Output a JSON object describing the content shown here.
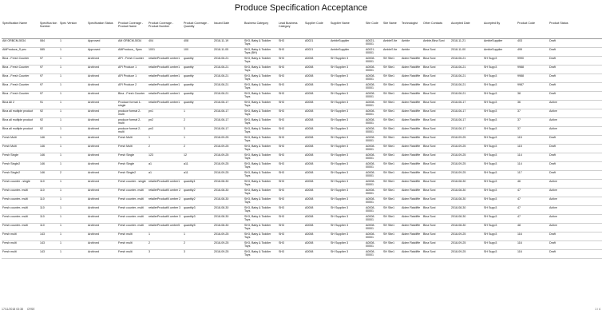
{
  "title": "Produce Specification Acceptance",
  "columns": [
    "Specification Name",
    "Specifica tion Number",
    "Spec Version",
    "Specification Status",
    "Product Coverage - Product Name",
    "Product Coverage - Product Number",
    "Product Coverage - Quantity",
    "Issued Date",
    "Business Category",
    "Lead Business Category",
    "Supplier Code",
    "Supplier Name",
    "Site Code",
    "Site Name",
    "Technologist",
    "Other Contacts",
    "Accepted Date",
    "Accepted By",
    "Product Code",
    "Product Status"
  ],
  "rows": [
    [
      "AM ORBCM-5034",
      "084",
      "1",
      "Approved",
      "AM ORBCM-5034",
      "404",
      "408",
      "2018-11-19",
      "SH3, Baby & Toddler Toys",
      "SH3",
      "A0021",
      "AmbleSupplier",
      "A0021-00001",
      "AmbleS ite",
      "Amble",
      "Amble,Bina Soni",
      "2018-11-21",
      "AmbleSupplier",
      "403",
      "Draft"
    ],
    [
      "AMProduce_S pec",
      "085",
      "1",
      "Approved",
      "AMProduce_ Spec",
      "1001",
      "100",
      "2018-11-05",
      "SH3, Baby & Toddler Toys (BH)",
      "SH3",
      "A0021",
      "AmbleSupplier",
      "A0021-00001",
      "AmbleS ite",
      "Amble",
      "Bina Soni",
      "2018-11-00",
      "AmbleSupplier",
      "499",
      "Draft"
    ],
    [
      "Bina - Fresh Counter",
      "97",
      "1",
      "Archived",
      "API - Fresh Counter",
      "retailerProductN umber1",
      "quantity",
      "2018-06-21",
      "SH3, Baby & Toddler Toys",
      "SH3",
      "A0008",
      "SH Supplier 3",
      "A0008-00001",
      "SH Site1",
      "Aiden Ratcliffe",
      "Bina Soni",
      "2018-06-21",
      "SH Supp3",
      "9990",
      "Draft"
    ],
    [
      "Bina - Fresh Counter",
      "97",
      "1",
      "Archived",
      "API Produce 1",
      "retailerProductN umber1",
      "quantity",
      "2018-06-21",
      "SH3, Baby & Toddler Toys",
      "SH3",
      "A0008",
      "SH Supplier 3",
      "A0008-00001",
      "SH Site1",
      "Aiden Ratcliffe",
      "Bina Soni",
      "2018-06-21",
      "SH Supp3",
      "9988",
      "Draft"
    ],
    [
      "Bina - Fresh Counter",
      "97",
      "1",
      "Archived",
      "API Produce 1",
      "retailerProductN umber1",
      "quantity",
      "2018-06-21",
      "SH3, Baby & Toddler Toys",
      "SH3",
      "A0008",
      "SH Supplier 3",
      "A0008-00001",
      "SH Site1",
      "Aiden Ratcliffe",
      "Bina Soni",
      "2018-06-21",
      "SH Supp3",
      "9988",
      "Draft"
    ],
    [
      "Bina - Fresh Counter",
      "97",
      "1",
      "Archived",
      "API Produce 2",
      "retailerProductN umber1",
      "quantity",
      "2018-06-21",
      "SH3, Baby & Toddler Toys",
      "SH3",
      "A0008",
      "SH Supplier 3",
      "A0008-00001",
      "SH Site1",
      "Aiden Ratcliffe",
      "Bina Soni",
      "2018-06-21",
      "SH Supp3",
      "9987",
      "Draft"
    ],
    [
      "Bina - Fresh Counter",
      "97",
      "1",
      "Archived",
      "Bina - Fresh Counter",
      "retailerProductN umber1",
      "quantity",
      "2018-06-21",
      "SH3, Baby & Toddler Toys",
      "SH3",
      "A0008",
      "SH Supplier 3",
      "A0008-00001",
      "SH Site1",
      "Aiden Ratcliffe",
      "Bina Soni",
      "2018-06-21",
      "SH Supp3",
      "38",
      "Draft"
    ],
    [
      "Bina All 2",
      "91",
      "1",
      "Archived",
      "Produce format 1- single",
      "retailerProductN umber1",
      "quantity",
      "2018-06-17",
      "SH3, Baby & Toddler Toys",
      "SH3",
      "A0008",
      "SH Supplier 3",
      "A0008-00001",
      "SH Site1",
      "Aiden Ratcliffe",
      "Bina Soni",
      "2018-06-17",
      "SH Supp3",
      "36",
      "Active"
    ],
    [
      "Bina all multiple product",
      "92",
      "1",
      "Archived",
      "produce format 2- multi",
      "pn1",
      "1",
      "2018-06-17",
      "SH3, Baby & Toddler Toys",
      "SH3",
      "A0008",
      "SH Supplier 3",
      "A0008-00001",
      "SH Site1",
      "Aiden Ratcliffe",
      "Bina Soni",
      "2018-06-17",
      "SH Supp3",
      "37",
      "Active"
    ],
    [
      "Bina all multiple product",
      "92",
      "1",
      "Archived",
      "produce format 2- multi",
      "pn2",
      "2",
      "2018-06-17",
      "SH3, Baby & Toddler Toys",
      "SH3",
      "A0008",
      "SH Supplier 3",
      "A0008-00001",
      "SH Site1",
      "Aiden Ratcliffe",
      "Bina Soni",
      "2018-06-17",
      "SH Supp3",
      "37",
      "Active"
    ],
    [
      "Bina all multiple product",
      "92",
      "1",
      "Archived",
      "produce format 2- multi",
      "pn3",
      "3",
      "2018-06-17",
      "SH3, Baby & Toddler Toys",
      "SH3",
      "A0008",
      "SH Supplier 3",
      "A0008-00001",
      "SH Site1",
      "Aiden Ratcliffe",
      "Bina Soni",
      "2018-06-17",
      "SH Supp3",
      "37",
      "Active"
    ],
    [
      "Fresh Multi",
      "146",
      "1",
      "Archived",
      "Fresh Multi",
      "1",
      "1",
      "2018-09-25",
      "SH3, Baby & Toddler Toys",
      "SH3",
      "A0008",
      "SH Supplier 3",
      "A0008-00001",
      "SH Site1",
      "Aiden Ratcliffe",
      "Bina Soni",
      "2018-09-25",
      "SH Supp3",
      "115",
      "Draft"
    ],
    [
      "Fresh Multi",
      "146",
      "1",
      "Archived",
      "Fresh Multi",
      "2",
      "2",
      "2018-09-25",
      "SH3, Baby & Toddler Toys",
      "SH3",
      "A0008",
      "SH Supplier 3",
      "A0008-00001",
      "SH Site1",
      "Aiden Ratcliffe",
      "Bina Soni",
      "2018-09-25",
      "SH Supp3",
      "115",
      "Draft"
    ],
    [
      "Fresh Single",
      "146",
      "1",
      "Archived",
      "Fresh Single",
      "123",
      "12",
      "2018-09-25",
      "SH3, Baby & Toddler Toys",
      "SH3",
      "A0008",
      "SH Supplier 3",
      "A0008-00001",
      "SH Site1",
      "Aiden Ratcliffe",
      "Bina Soni",
      "2018-09-25",
      "SH Supp3",
      "114",
      "Draft"
    ],
    [
      "Fresh Single2",
      "146",
      "1",
      "Archived",
      "Fresh Single",
      "a1",
      "a11",
      "2018-09-25",
      "SH3, Baby & Toddler Toys",
      "SH3",
      "A0008",
      "SH Supplier 3",
      "A0008-00001",
      "SH Site1",
      "Aiden Ratcliffe",
      "Bina Soni",
      "2018-09-25",
      "SH Supp3",
      "114",
      "Draft"
    ],
    [
      "Fresh Single2",
      "146",
      "2",
      "Archived",
      "Fresh Single2",
      "a1",
      "a11",
      "2018-09-25",
      "SH3, Baby & Toddler Toys",
      "SH3",
      "A0008",
      "SH Supplier 3",
      "A0008-00001",
      "SH Site1",
      "Aiden Ratcliffe",
      "Bina Soni",
      "2018-09-25",
      "SH Supp3",
      "117",
      "Draft"
    ],
    [
      "Fresh counter - single",
      "110",
      "1",
      "Archived",
      "Fresh counter - single",
      "retailerProductN umber1",
      "quantity1",
      "2018-08-30",
      "SH3, Baby & Toddler Toys",
      "SH3",
      "A0008",
      "SH Supplier 3",
      "A0008-00001",
      "SH Site1",
      "Aiden Ratcliffe",
      "Bina Soni",
      "2018-08-30",
      "SH Supp3",
      "46",
      "Active"
    ],
    [
      "Fresh counter- multi",
      "110",
      "1",
      "Archived",
      "Fresh counter- multi",
      "retailerProductN umber 2",
      "quantity2",
      "2018-08-30",
      "SH3, Baby & Toddler Toys",
      "SH3",
      "A0008",
      "SH Supplier 3",
      "A0008-00001",
      "SH Site1",
      "Aiden Ratcliffe",
      "Bina Soni",
      "2018-08-30",
      "SH Supp3",
      "47",
      "Active"
    ],
    [
      "Fresh counter- multi",
      "110",
      "1",
      "Archived",
      "Fresh counter- multi",
      "retailerProductN umber 2",
      "quantity2",
      "2018-08-30",
      "SH3, Baby & Toddler Toys",
      "SH3",
      "A0008",
      "SH Supplier 3",
      "A0008-00001",
      "SH Site1",
      "Aiden Ratcliffe",
      "Bina Soni",
      "2018-08-30",
      "SH Supp3",
      "47",
      "Active"
    ],
    [
      "Fresh counter- multi",
      "110",
      "1",
      "Archived",
      "Fresh counter- multi",
      "retailerProductN umber 3",
      "quantity3",
      "2018-08-30",
      "SH3, Baby & Toddler Toys",
      "SH3",
      "A0008",
      "SH Supplier 3",
      "A0008-00001",
      "SH Site1",
      "Aiden Ratcliffe",
      "Bina Soni",
      "2018-08-30",
      "SH Supp3",
      "47",
      "Active"
    ],
    [
      "Fresh counter- multi",
      "110",
      "1",
      "Archived",
      "Fresh counter- multi",
      "retailerProductN umber 3",
      "quantity3",
      "2018-08-30",
      "SH3, Baby & Toddler Toys",
      "SH3",
      "A0008",
      "SH Supplier 3",
      "A0008-00001",
      "SH Site1",
      "Aiden Ratcliffe",
      "Bina Soni",
      "2018-08-30",
      "SH Supp3",
      "47",
      "Active"
    ],
    [
      "Fresh counter- multi",
      "110",
      "1",
      "Archived",
      "Fresh counter- multi",
      "retailerProductN umber5",
      "quantity5",
      "2018-08-30",
      "SH3, Baby & Toddler Toys",
      "SH3",
      "A0008",
      "SH Supplier 3",
      "A0008-00001",
      "SH Site1",
      "Aiden Ratcliffe",
      "Bina Soni",
      "2018-08-30",
      "SH Supp3",
      "48",
      "Active"
    ],
    [
      "Fresh multi",
      "143",
      "1",
      "Archived",
      "Fresh multi",
      "1",
      "1",
      "2018-09-25",
      "SH3, Baby & Toddler Toys",
      "SH3",
      "A0008",
      "SH Supplier 3",
      "A0008-00001",
      "SH Site1",
      "Aiden Ratcliffe",
      "Bina Soni",
      "2018-09-25",
      "SH Supp3",
      "116",
      "Draft"
    ],
    [
      "Fresh multi",
      "143",
      "1",
      "Archived",
      "Fresh multi",
      "2",
      "2",
      "2018-09-25",
      "SH3, Baby & Toddler Toys",
      "SH3",
      "A0008",
      "SH Supplier 3",
      "A0008-00001",
      "SH Site1",
      "Aiden Ratcliffe",
      "Bina Soni",
      "2018-09-25",
      "SH Supp3",
      "116",
      "Draft"
    ],
    [
      "Fresh multi",
      "143",
      "1",
      "Archived",
      "Fresh multi",
      "3",
      "3",
      "2018-09-25",
      "SH3, Baby & Toddler Toys",
      "SH3",
      "A0008",
      "SH Supplier 3",
      "A0008-00001",
      "SH Site1",
      "Aiden Ratcliffe",
      "Bina Soni",
      "2018-09-25",
      "SH Supp3",
      "116",
      "Draft"
    ]
  ],
  "footer": {
    "left": "17/11/2018 03:38",
    "middle": "CRSE",
    "right": "1 / 4"
  }
}
